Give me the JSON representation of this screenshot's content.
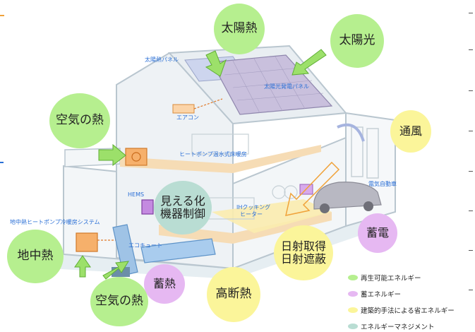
{
  "bubbles": {
    "solar_heat": "太陽熱",
    "solar_light": "太陽光",
    "air_heat_top": "空気の熱",
    "ventilation": "通風",
    "visualize_line1": "見える化",
    "visualize_line2": "機器制御",
    "storage_power": "蓄電",
    "sun_line1": "日射取得",
    "sun_line2": "日射遮蔽",
    "geothermal": "地中熱",
    "heat_storage": "蓄熱",
    "high_insulation": "高断熱",
    "air_heat_bottom": "空気の熱"
  },
  "labels": {
    "solar_heat_panel": "太陽熱パネル",
    "pv_panel": "太陽光発電パネル",
    "aircon": "エアコン",
    "floor_heating": "ヒートポンプ温水式床暖房",
    "hems": "HEMS",
    "ih_line1": "IHクッキング",
    "ih_line2": "ヒーター",
    "ev": "電気自動車",
    "geo_system": "地中熱ヒートポンプ冷暖房システム",
    "ecocute": "エコキュート"
  },
  "legend": [
    {
      "label": "再生可能エネルギー",
      "color": "#b6ef8f"
    },
    {
      "label": "蓄エネルギー",
      "color": "#e6b8f2"
    },
    {
      "label": "建築的手法による省エネルギー",
      "color": "#fbf59a"
    },
    {
      "label": "エネルギーマネジメント",
      "color": "#b9ddd3"
    }
  ]
}
